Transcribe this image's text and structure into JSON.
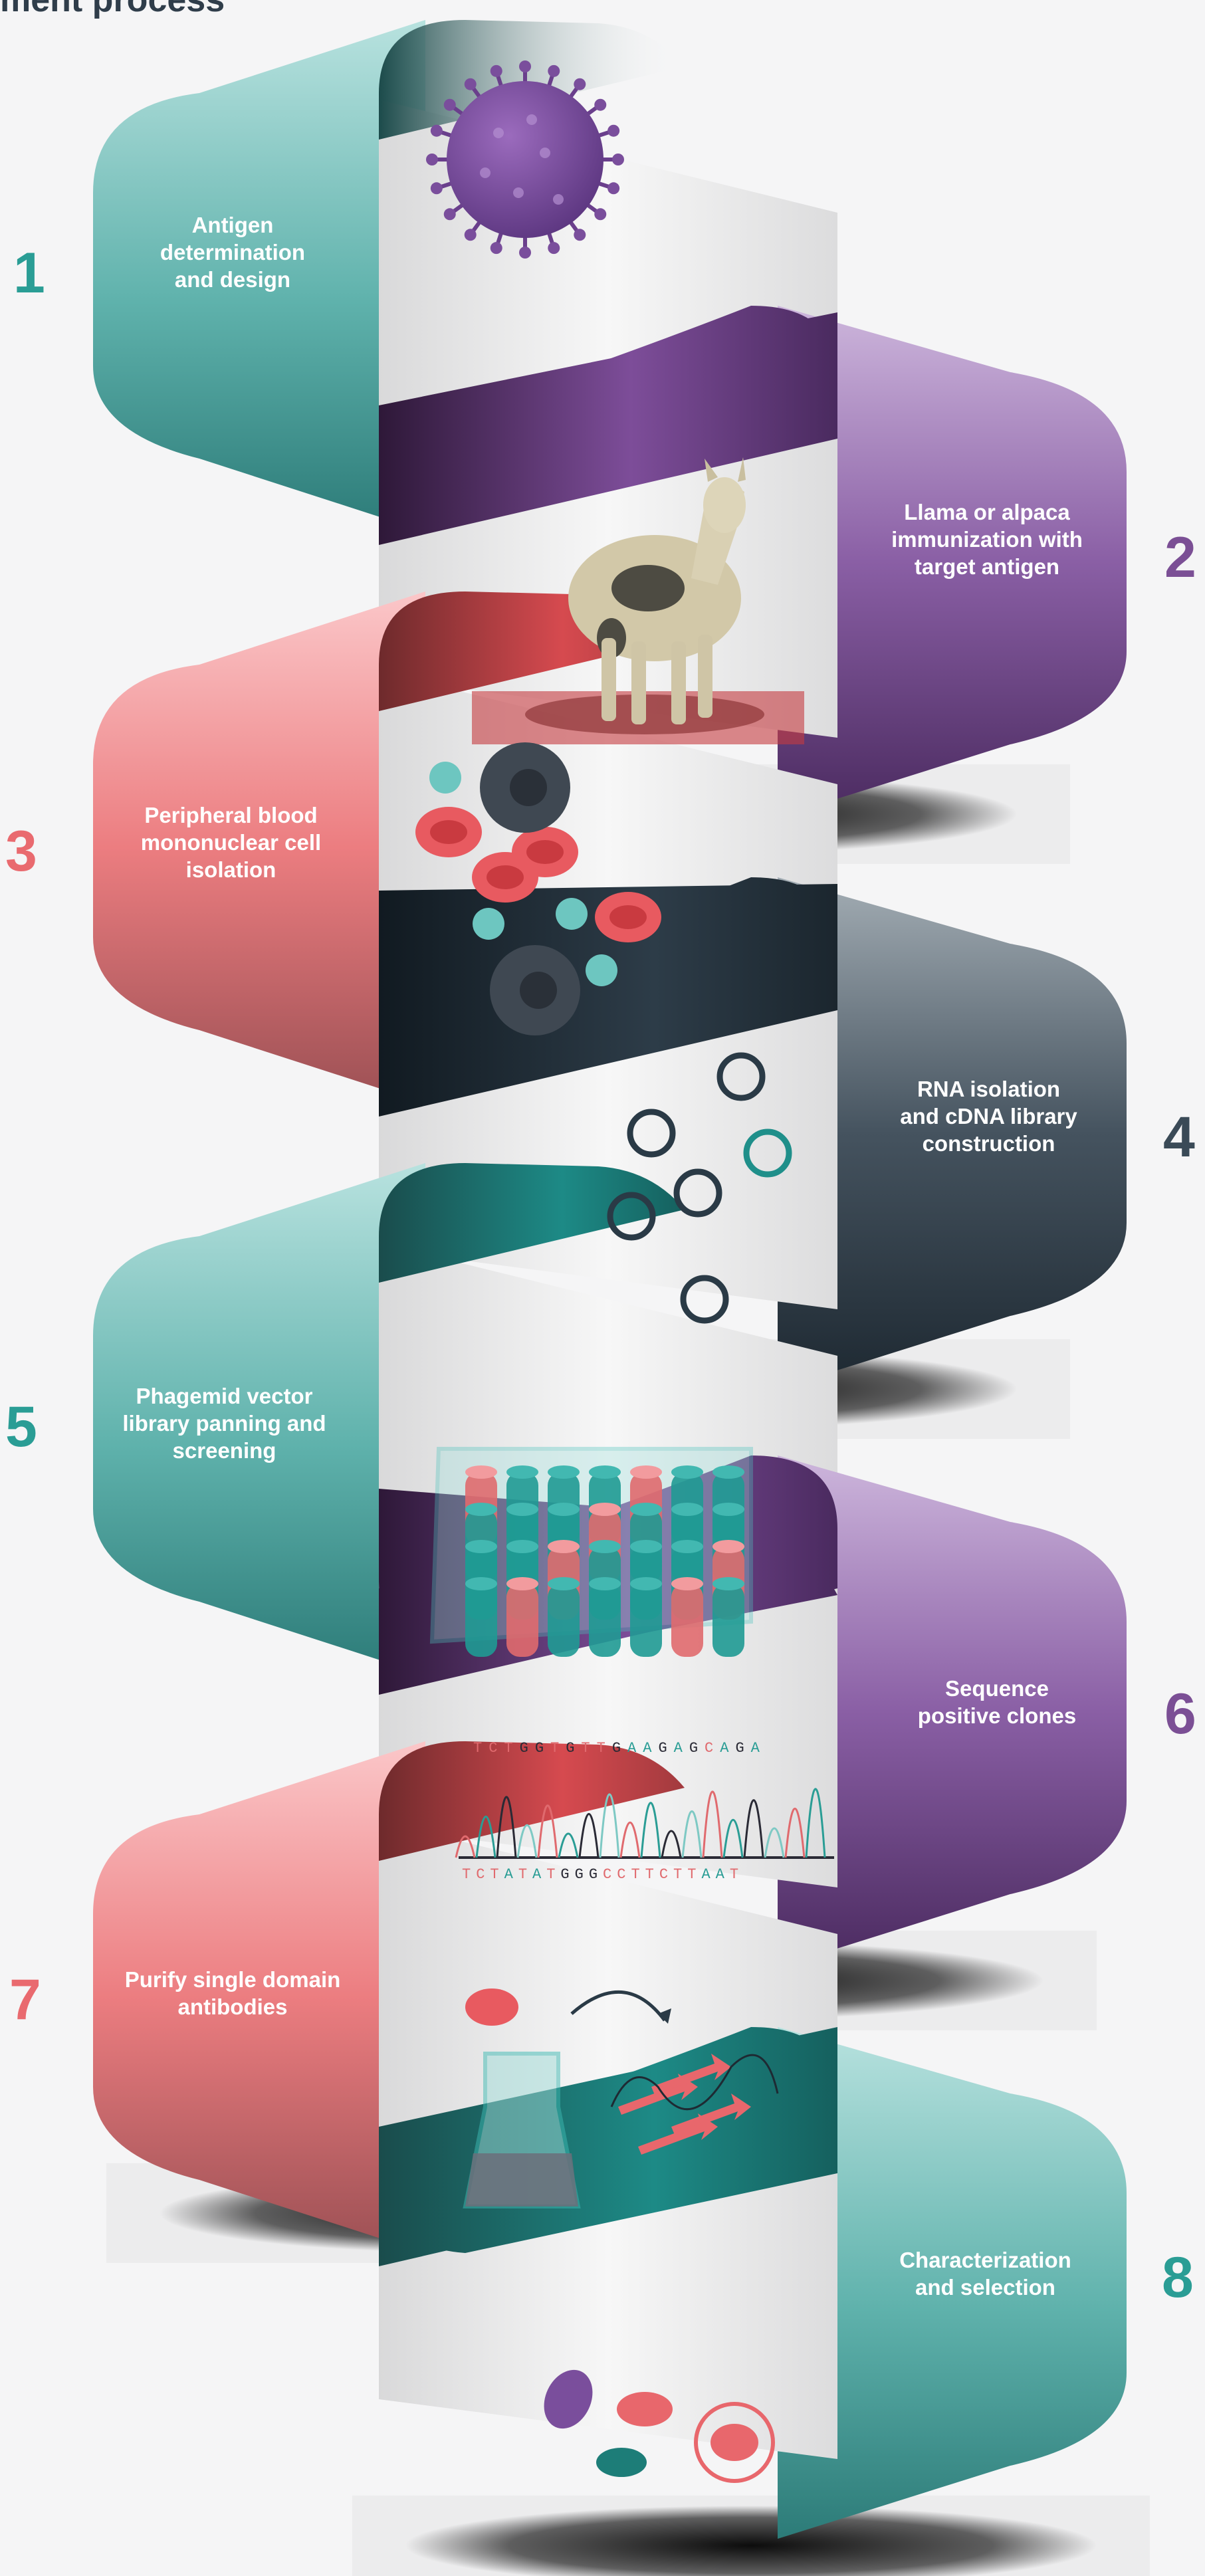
{
  "heading_fragment": "ment process",
  "colors": {
    "teal": "#2f9a94",
    "purple": "#7a4e94",
    "coral": "#e96a6f",
    "slate": "#324857",
    "background": "#f5f5f6"
  },
  "steps": [
    {
      "number": "1",
      "label": "Antigen\ndetermination\nand design",
      "color": "#2a9d95",
      "illustration": "virus-icon"
    },
    {
      "number": "2",
      "label": "Llama or alpaca\nimmunization with\ntarget antigen",
      "color": "#7b4f95",
      "illustration": "llama-icon"
    },
    {
      "number": "3",
      "label": "Peripheral blood\nmononuclear cell\nisolation",
      "color": "#e96a6f",
      "illustration": "blood-cells-icon"
    },
    {
      "number": "4",
      "label": "RNA isolation\nand cDNA library\nconstruction",
      "color": "#3a4a57",
      "illustration": "plasmid-rings-icon"
    },
    {
      "number": "5",
      "label": "Phagemid vector\nlibrary panning and\nscreening",
      "color": "#2a9d95",
      "illustration": "well-plate-icon"
    },
    {
      "number": "6",
      "label": "Sequence\npositive clones",
      "color": "#7b4f95",
      "illustration": "chromatogram-icon"
    },
    {
      "number": "7",
      "label": "Purify single domain\nantibodies",
      "color": "#e96a6f",
      "illustration": "flask-protein-icon"
    },
    {
      "number": "8",
      "label": "Characterization\nand selection",
      "color": "#2a9d95",
      "illustration": "cells-icon"
    }
  ],
  "sequence": {
    "top": "TCTGGTGTTGAAGAGCAGA",
    "bottom": "TCTATATGGGCCTTCTTAAT"
  }
}
